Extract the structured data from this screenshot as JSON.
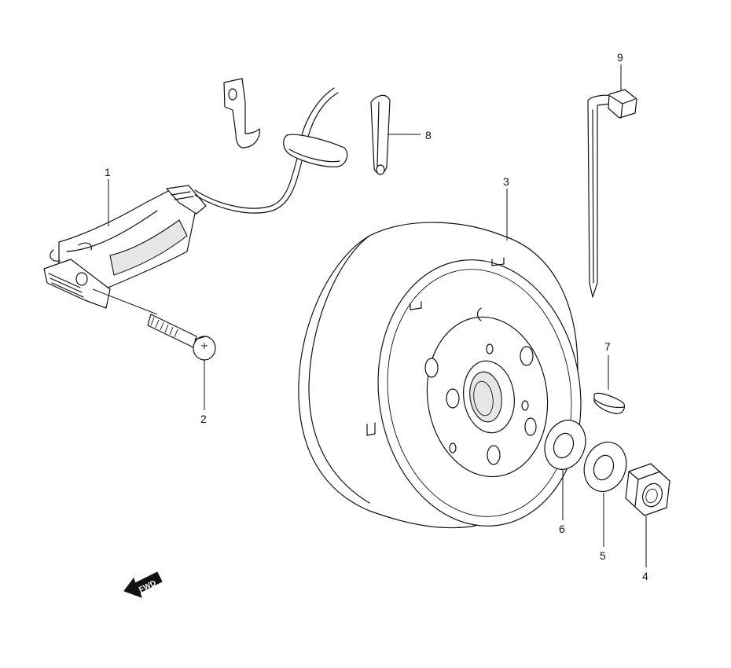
{
  "parts": [
    {
      "id": "part-1",
      "number": "1"
    },
    {
      "id": "part-2",
      "number": "2"
    },
    {
      "id": "part-3",
      "number": "3"
    },
    {
      "id": "part-4",
      "number": "4"
    },
    {
      "id": "part-5",
      "number": "5"
    },
    {
      "id": "part-6",
      "number": "6"
    },
    {
      "id": "part-7",
      "number": "7"
    },
    {
      "id": "part-8",
      "number": "8"
    },
    {
      "id": "part-9",
      "number": "9"
    }
  ],
  "fwd_label": "FWD",
  "colors": {
    "line": "#111111",
    "background": "#ffffff"
  }
}
